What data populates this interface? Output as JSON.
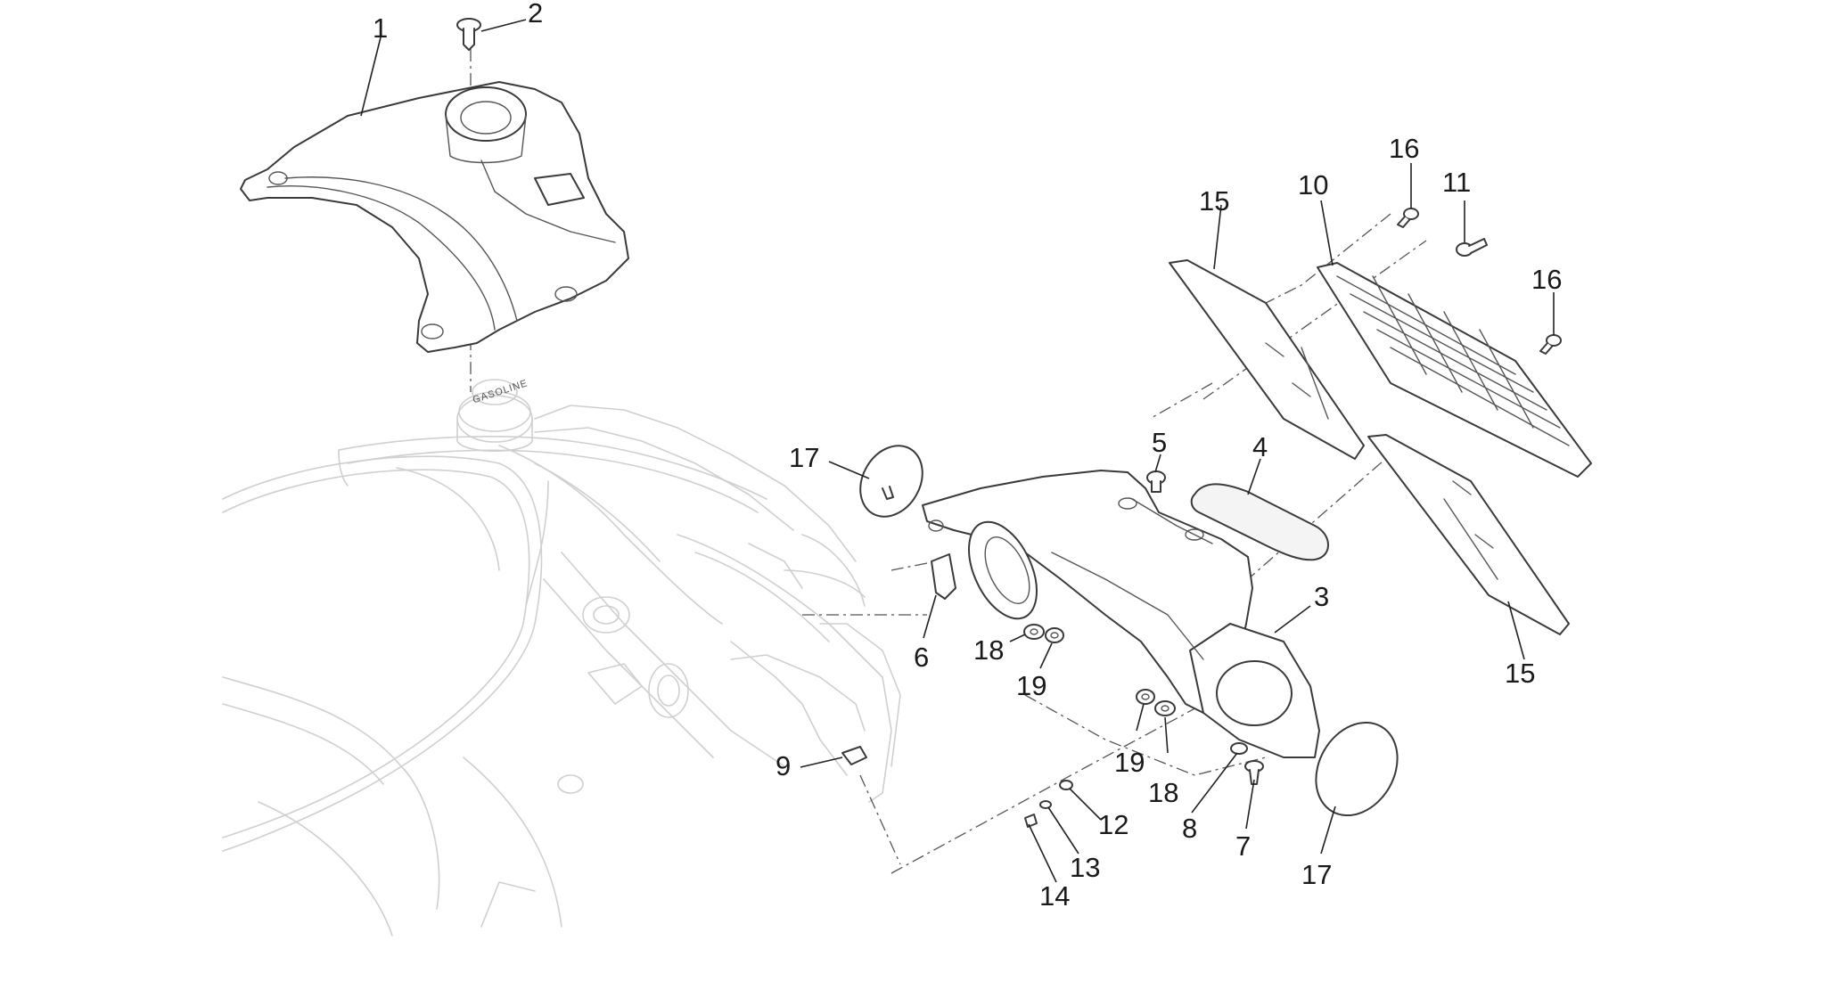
{
  "diagram": {
    "cap_text": "GASOLINE",
    "callouts": [
      {
        "key": "c1",
        "label": "1"
      },
      {
        "key": "c2",
        "label": "2"
      },
      {
        "key": "c3",
        "label": "3"
      },
      {
        "key": "c4",
        "label": "4"
      },
      {
        "key": "c5",
        "label": "5"
      },
      {
        "key": "c6",
        "label": "6"
      },
      {
        "key": "c7",
        "label": "7"
      },
      {
        "key": "c8",
        "label": "8"
      },
      {
        "key": "c9",
        "label": "9"
      },
      {
        "key": "c10",
        "label": "10"
      },
      {
        "key": "c11",
        "label": "11"
      },
      {
        "key": "c12",
        "label": "12"
      },
      {
        "key": "c13",
        "label": "13"
      },
      {
        "key": "c14",
        "label": "14"
      },
      {
        "key": "c15a",
        "label": "15"
      },
      {
        "key": "c15b",
        "label": "15"
      },
      {
        "key": "c16a",
        "label": "16"
      },
      {
        "key": "c16b",
        "label": "16"
      },
      {
        "key": "c17a",
        "label": "17"
      },
      {
        "key": "c17b",
        "label": "17"
      },
      {
        "key": "c18a",
        "label": "18"
      },
      {
        "key": "c18b",
        "label": "18"
      },
      {
        "key": "c19a",
        "label": "19"
      },
      {
        "key": "c19b",
        "label": "19"
      }
    ]
  }
}
